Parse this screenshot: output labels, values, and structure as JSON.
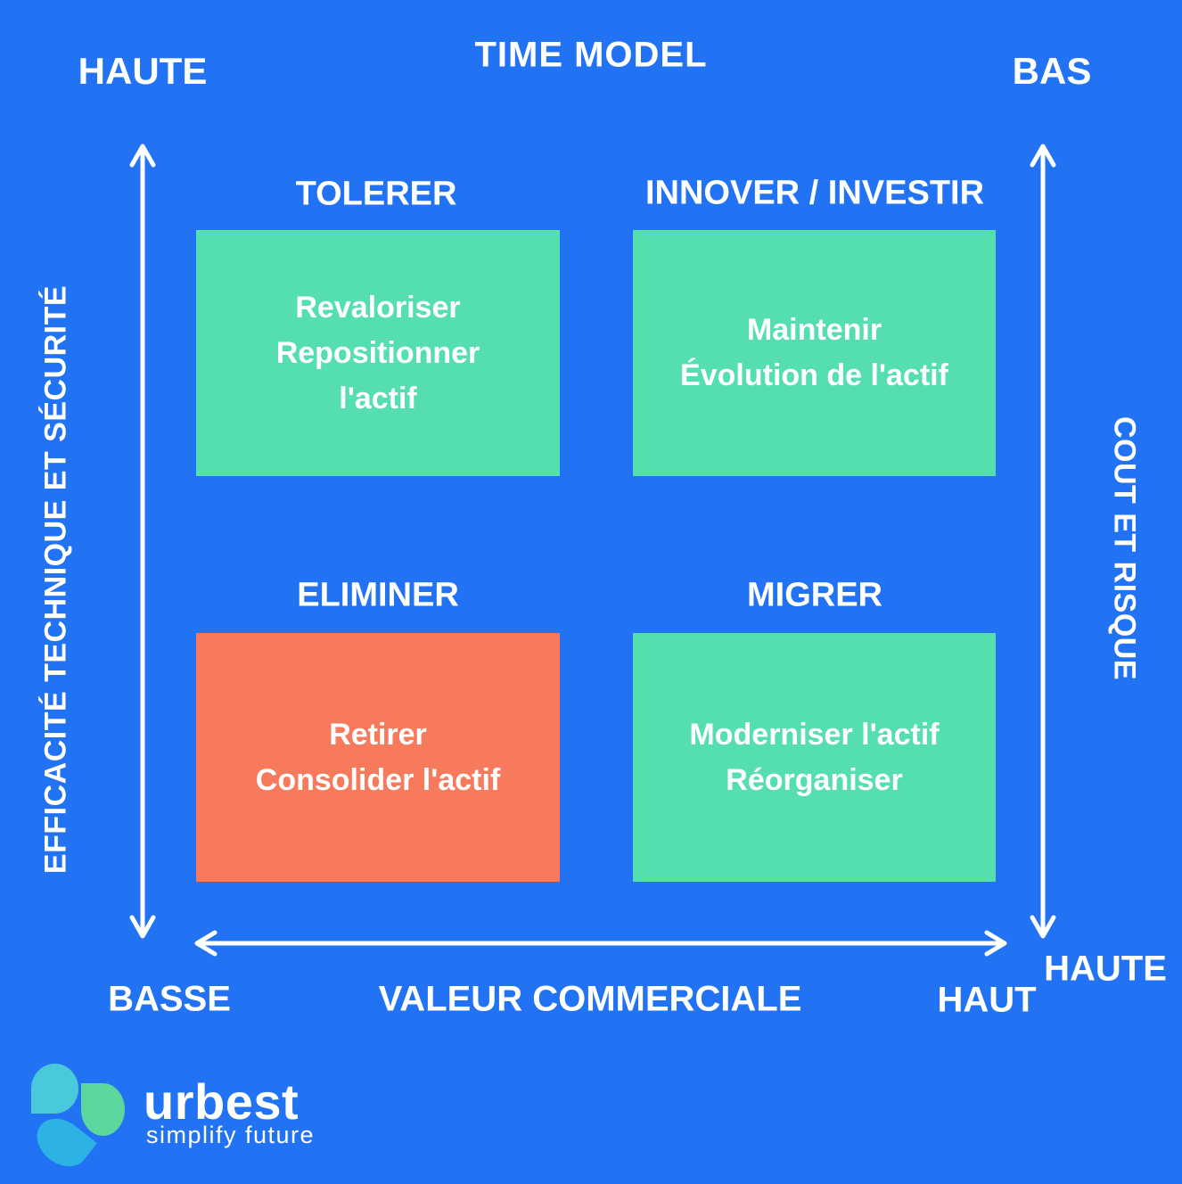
{
  "title": "TIME MODEL",
  "colors": {
    "background": "#2173f4",
    "quadrant_green": "#55dfae",
    "quadrant_orange": "#f67a5b",
    "text": "#ffffff",
    "logo_cyan": "#49c9da",
    "logo_green": "#5cd79e",
    "logo_blue": "#2cb3e3"
  },
  "axis_labels": {
    "left_vertical": "EFFICACITÉ TECHNIQUE ET SÉCURITÉ",
    "right_vertical": "COUT ET RISQUE",
    "bottom_horizontal": "VALEUR COMMERCIALE",
    "left_top_end": "HAUTE",
    "left_bottom_end": "BASSE",
    "right_top_end": "BAS",
    "right_bottom_end": "HAUTE",
    "bottom_right_end": "HAUT"
  },
  "quadrants": {
    "top_left": {
      "label": "TOLERER",
      "lines": [
        "Revaloriser",
        "Repositionner",
        "l'actif"
      ]
    },
    "top_right": {
      "label": "INNOVER / INVESTIR",
      "lines": [
        "Maintenir",
        "Évolution de l'actif"
      ]
    },
    "bottom_left": {
      "label": "ELIMINER",
      "lines": [
        "Retirer",
        "Consolider l'actif"
      ]
    },
    "bottom_right": {
      "label": "MIGRER",
      "lines": [
        "Moderniser l'actif",
        "Réorganiser"
      ]
    }
  },
  "logo": {
    "brand": "urbest",
    "tagline": "simplify future"
  }
}
